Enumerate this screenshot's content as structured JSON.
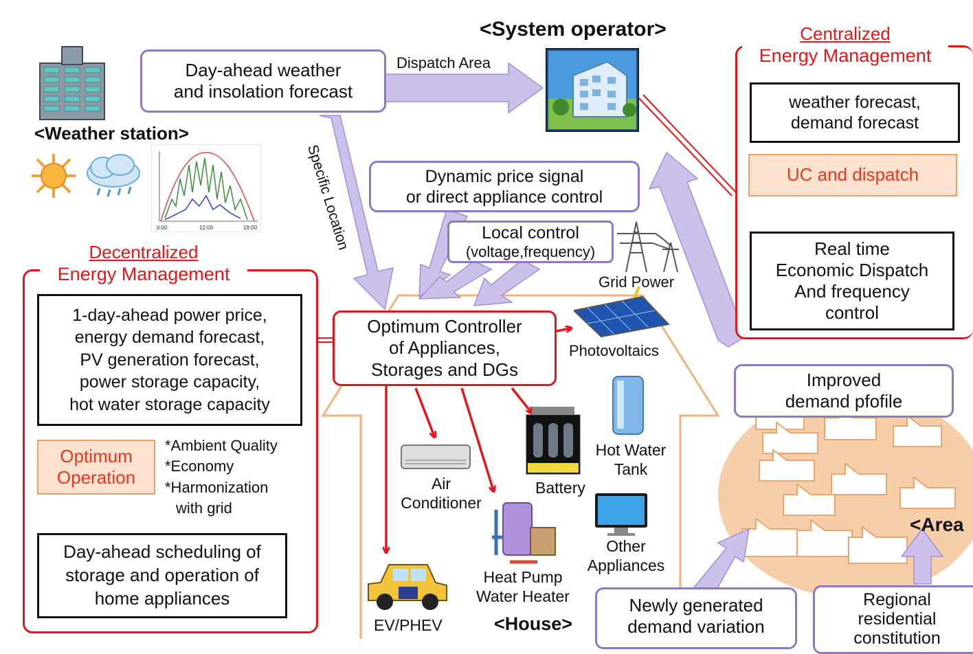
{
  "colors": {
    "purple_border": "#8e78c4",
    "purple_arrow": "#cdc0ea",
    "red": "#e3171b",
    "orange_fill": "#fde3cf",
    "area_fill": "#f6c69b",
    "house_outline": "#f2b27a"
  },
  "system_operator": {
    "title": "<System operator>",
    "dispatch_area": "Dispatch Area"
  },
  "weather": {
    "station_label": "<Weather station>",
    "forecast_box": [
      "Day-ahead weather",
      "and insolation  forecast"
    ],
    "specific_location": "Specific Location",
    "chart_ticks": [
      "6:00",
      "12:00",
      "18:00"
    ]
  },
  "signals": {
    "price_signal": [
      "Dynamic price signal",
      "or direct appliance control"
    ],
    "local_control": [
      "Local control",
      "(voltage,frequency)"
    ]
  },
  "centralized": {
    "title": [
      "Centralized",
      "Energy Management"
    ],
    "forecast": [
      "weather forecast,",
      "demand forecast"
    ],
    "uc_dispatch": "UC and dispatch",
    "realtime": [
      "Real time",
      "Economic Dispatch",
      "And frequency",
      "control"
    ]
  },
  "decentralized": {
    "title": [
      "Decentralized",
      "Energy Management"
    ],
    "inputs": [
      "1-day-ahead power price,",
      "energy demand forecast,",
      "PV generation forecast,",
      "power storage capacity,",
      "hot water storage capacity"
    ],
    "optimum": [
      "Optimum",
      "Operation"
    ],
    "criteria": [
      "*Ambient Quality",
      "*Economy",
      "*Harmonization",
      "with grid"
    ],
    "schedule": [
      "Day-ahead scheduling of",
      "storage and operation of",
      "home appliances"
    ]
  },
  "house": {
    "controller": [
      "Optimum Controller",
      "of Appliances,",
      "Storages and DGs"
    ],
    "label": "<House>",
    "grid_power": "Grid Power",
    "photovoltaics": "Photovoltaics",
    "hot_water_tank": [
      "Hot Water",
      "Tank"
    ],
    "battery": "Battery",
    "air_conditioner": [
      "Air",
      "Conditioner"
    ],
    "heat_pump": [
      "Heat Pump",
      "Water Heater"
    ],
    "other_appliances": [
      "Other",
      "Appliances"
    ],
    "ev": "EV/PHEV"
  },
  "area": {
    "improved_profile": [
      "Improved",
      "demand pfofile"
    ],
    "area_label": "<Area",
    "new_variation": [
      "Newly generated",
      "demand variation"
    ],
    "regional": [
      "Regional",
      "residential",
      "constitution"
    ]
  }
}
